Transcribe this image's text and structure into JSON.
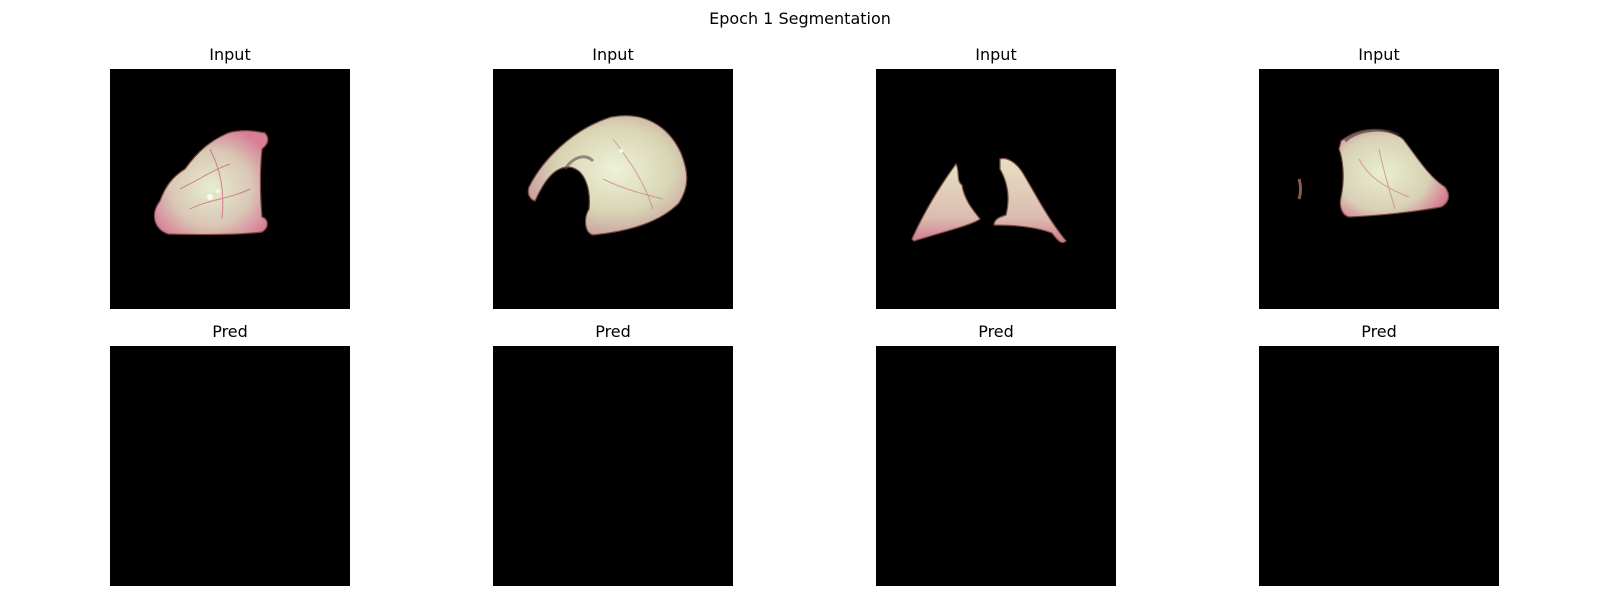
{
  "figure": {
    "title": "Epoch 1 Segmentation"
  },
  "rows": [
    {
      "panels": [
        {
          "title": "Input"
        },
        {
          "title": "Input"
        },
        {
          "title": "Input"
        },
        {
          "title": "Input"
        }
      ]
    },
    {
      "panels": [
        {
          "title": "Pred"
        },
        {
          "title": "Pred"
        },
        {
          "title": "Pred"
        },
        {
          "title": "Pred"
        }
      ]
    }
  ],
  "colors": {
    "background": "#ffffff",
    "image_background": "#000000",
    "tissue_light": "#dfe6c4",
    "tissue_pink": "#d98aa0",
    "tissue_edge": "#8a5a4a"
  }
}
